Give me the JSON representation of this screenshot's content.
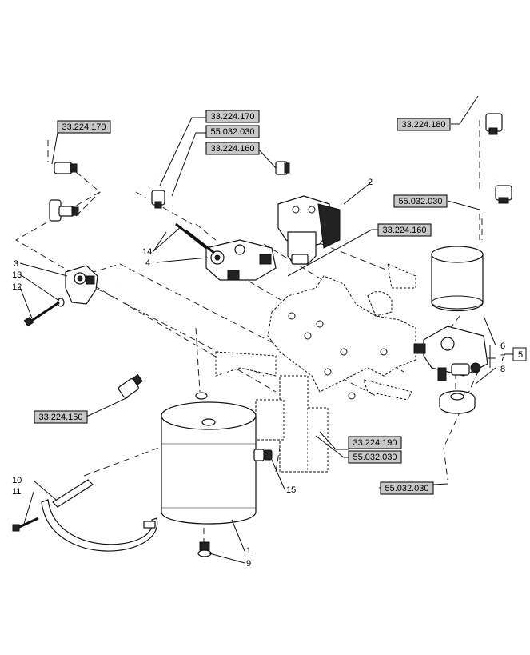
{
  "references": {
    "r1": "33.224.170",
    "r2": "33.224.170",
    "r3": "55.032.030",
    "r4": "33.224.160",
    "r5": "33.224.180",
    "r6": "55.032.030",
    "r7": "33.224.160",
    "r8": "33.224.150",
    "r9": "33.224.190",
    "r10": "55.032.030"
  },
  "callouts": {
    "c1": "1",
    "c2": "2",
    "c3": "3",
    "c4": "4",
    "c5": "5",
    "c6": "6",
    "c7": "7",
    "c8": "8",
    "c9": "9",
    "c10": "10",
    "c11": "11",
    "c12": "12",
    "c13": "13",
    "c14": "14",
    "c15": "15"
  }
}
